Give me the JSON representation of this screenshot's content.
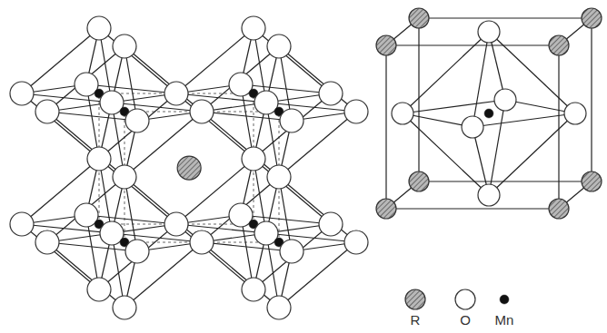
{
  "diagram": {
    "legend": [
      {
        "text": "R"
      },
      {
        "text": "O"
      },
      {
        "text": "Mn"
      }
    ]
  }
}
